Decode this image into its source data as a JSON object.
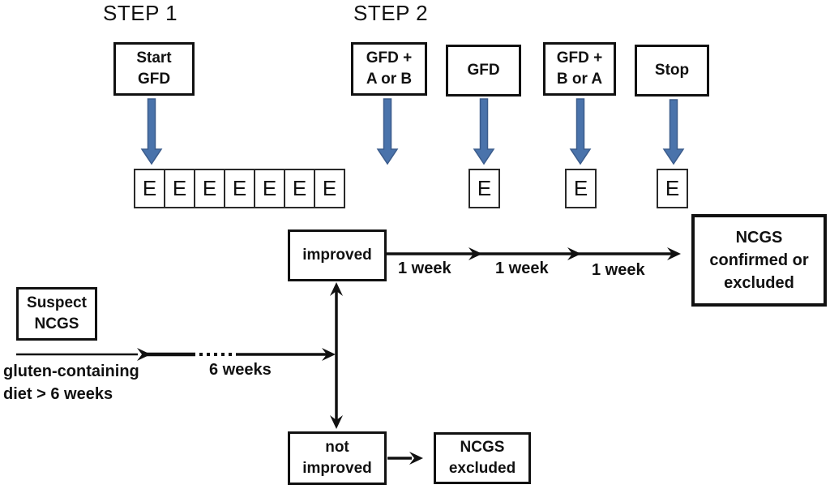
{
  "diagram_title": "NCGS gluten challenge protocol flowchart",
  "steps": {
    "step1_label": "STEP 1",
    "step2_label": "STEP 2"
  },
  "boxes": {
    "start_gfd": {
      "lines": [
        "Start",
        "GFD"
      ]
    },
    "gfd_a_or_b": {
      "lines": [
        "GFD +",
        "A or B"
      ]
    },
    "gfd": {
      "lines": [
        "GFD"
      ]
    },
    "gfd_b_or_a": {
      "lines": [
        "GFD +",
        "B or A"
      ]
    },
    "stop": {
      "lines": [
        "Stop"
      ]
    },
    "improved": {
      "lines": [
        "improved"
      ]
    },
    "not_improved": {
      "lines": [
        "not",
        "improved"
      ]
    },
    "ncgs_excluded": {
      "lines": [
        "NCGS",
        "excluded"
      ]
    },
    "ncgs_confirmed": {
      "lines": [
        "NCGS",
        "confirmed or",
        "excluded"
      ]
    },
    "suspect_ncgs": {
      "lines": [
        "Suspect",
        "NCGS"
      ]
    }
  },
  "evaluation": {
    "letter": "E",
    "step1_box_count": 7,
    "step2_single_box_count": 3
  },
  "timeline_labels": {
    "week1_a": "1 week",
    "week1_b": "1 week",
    "week1_c": "1 week",
    "six_weeks": "6 weeks",
    "gluten_line1": "gluten-containing",
    "gluten_line2": "diet > 6 weeks"
  },
  "colors": {
    "arrow_blue": "#4a73ab",
    "arrow_blue_border": "#3b5c8c",
    "line_black": "#111111",
    "box_border": "#111111",
    "text_color": "#111111"
  }
}
